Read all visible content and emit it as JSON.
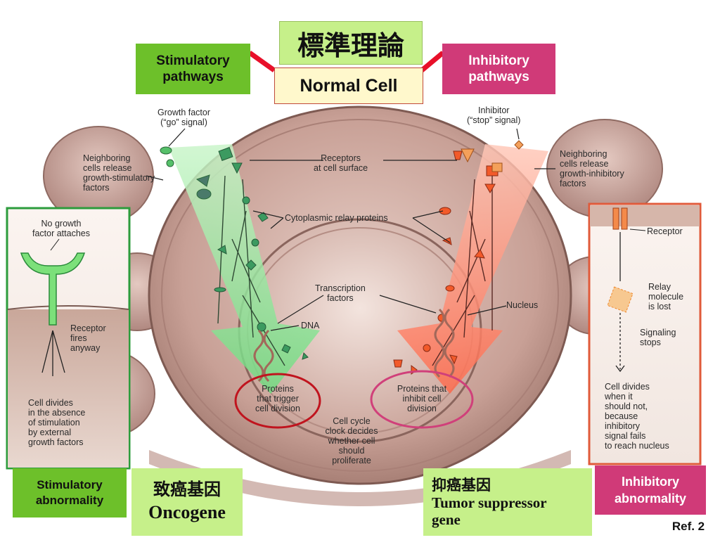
{
  "title": {
    "chinese": "標準理論",
    "normal_cell": "Normal Cell",
    "stimulatory_pathways": "Stimulatory\npathways",
    "inhibitory_pathways": "Inhibitory\npathways"
  },
  "top_labels": {
    "growth_factor": "Growth factor\n(“go” signal)",
    "inhibitor": "Inhibitor\n(“stop” signal)",
    "neighboring_stim": "Neighboring\ncells release\ngrowth-stimulatory\nfactors",
    "neighboring_inhib": "Neighboring\ncells release\ngrowth-inhibitory\nfactors",
    "receptors": "Receptors\nat cell surface",
    "relay_proteins": "Cytoplasmic relay proteins",
    "transcription": "Transcription\nfactors",
    "dna": "DNA",
    "nucleus": "Nucleus",
    "proteins_trigger": "Proteins\nthat trigger\ncell division",
    "proteins_inhibit": "Proteins that\ninhibit cell\ndivision",
    "cell_cycle": "Cell cycle\nclock decides\nwhether cell\nshould\nproliferate"
  },
  "left_panel": {
    "no_growth": "No growth\nfactor attaches",
    "receptor_fires": "Receptor\nfires\nanyway",
    "cell_divides": "Cell divides\nin the absence\nof stimulation\nby external\ngrowth factors"
  },
  "right_panel": {
    "receptor": "Receptor",
    "relay_lost": "Relay\nmolecule\nis lost",
    "signaling_stops": "Signaling\nstops",
    "cell_divides": "Cell divides\nwhen it\nshould not,\nbecause\ninhibitory\nsignal fails\nto reach nucleus"
  },
  "bottom": {
    "stim_abnormality": "Stimulatory\nabnormality",
    "oncogene_cn": "致癌基因",
    "oncogene": "Oncogene",
    "tumor_cn": "抑癌基因",
    "tumor_suppressor": "Tumor suppressor\ngene",
    "inhib_abnormality": "Inhibitory\nabnormality",
    "ref": "Ref. 2"
  },
  "colors": {
    "lime_box": "#c6f08a",
    "green_box": "#6dc02a",
    "magenta_box": "#d03a78",
    "cream_box": "#fff8cc",
    "red_line": "#e8102a",
    "cell_body": "#c89e95",
    "green_arrow": "#7fe08a",
    "red_arrow": "#ff7a5a"
  }
}
